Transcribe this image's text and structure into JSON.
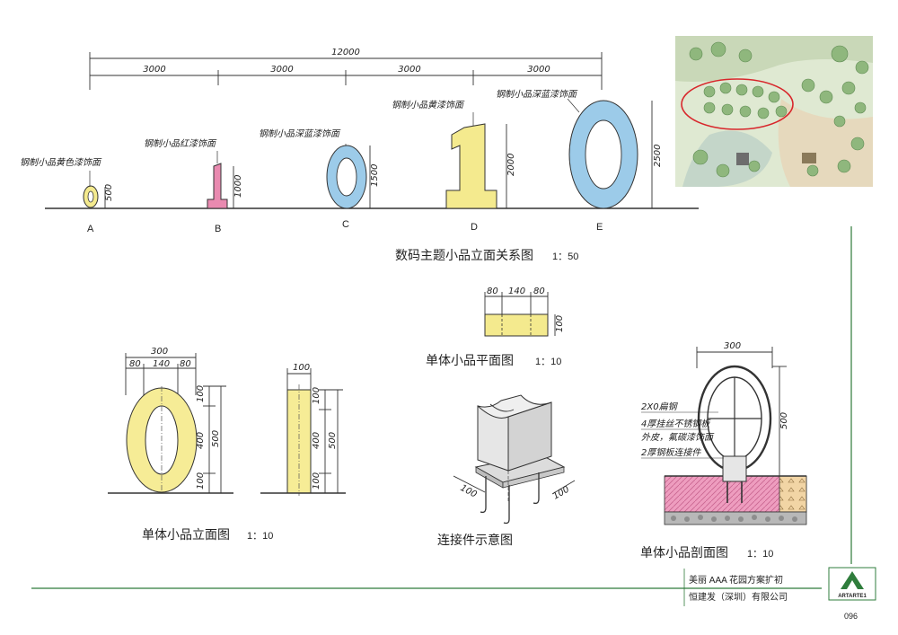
{
  "elevation": {
    "caption": "数码主题小品立面关系图",
    "scale": "1：50",
    "total_dim": "12000",
    "segment_dims": [
      "3000",
      "3000",
      "3000",
      "3000"
    ],
    "items": [
      {
        "letter": "A",
        "label": "钢制小品黄色漆饰面",
        "height": "500",
        "color": "#f4ea8e"
      },
      {
        "letter": "B",
        "label": "钢制小品红漆饰面",
        "height": "1000",
        "color": "#e98ab0"
      },
      {
        "letter": "C",
        "label": "钢制小品深蓝漆饰面",
        "height": "1500",
        "color": "#9ccbe9"
      },
      {
        "letter": "D",
        "label": "钢制小品黄漆饰面",
        "height": "2000",
        "color": "#f4ea8e"
      },
      {
        "letter": "E",
        "label": "钢制小品深蓝漆饰面",
        "height": "2500",
        "color": "#9ccbe9"
      }
    ]
  },
  "plan": {
    "caption": "单体小品平面图",
    "scale": "1：10",
    "dims": [
      "80",
      "140",
      "80"
    ],
    "side_dim": "100"
  },
  "single_elevation": {
    "caption": "单体小品立面图",
    "scale": "1：10",
    "width_dim": "300",
    "sub_dims": [
      "80",
      "140",
      "80"
    ],
    "height_dims": [
      "100",
      "400",
      "100"
    ],
    "total_height": "500",
    "side_width": "100"
  },
  "connector": {
    "caption": "连接件示意图",
    "dims": [
      "100",
      "100"
    ]
  },
  "section": {
    "caption": "单体小品剖面图",
    "scale": "1：10",
    "width_dim": "300",
    "height_dim": "500",
    "notes": [
      "2X0扁钢",
      "4厚挂丝不锈钢板",
      "外皮，氟碳漆饰面",
      "2厚钢板连接件"
    ]
  },
  "title_block": {
    "project": "美丽 AAA 花园方案扩初",
    "company": "恒建发（深圳）有限公司",
    "logo_text": "ARTARTE1",
    "page_number": "096"
  },
  "colors": {
    "yellow": "#f4ea8e",
    "pink": "#e98ab0",
    "blue": "#9ccbe9",
    "logo_green": "#2f7d3c",
    "frame_green": "#2f7a3a"
  }
}
